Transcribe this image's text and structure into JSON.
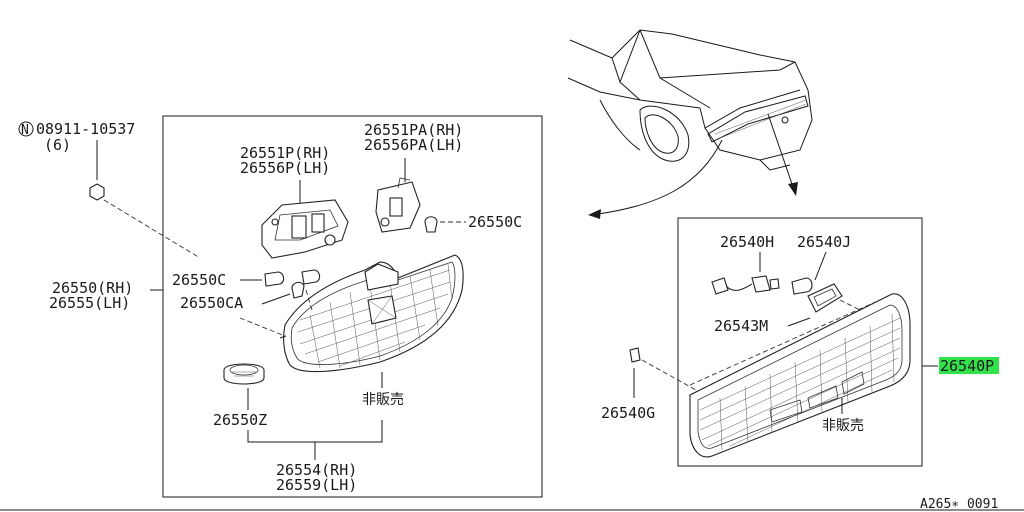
{
  "diagram": {
    "reference_code": "A265∗ 0091",
    "not_for_sale_left": "非販売",
    "not_for_sale_right": "非販売",
    "highlight_color": "#33e24a",
    "left_group": {
      "bolt_number": "08911-10537",
      "bolt_qty": "(6)",
      "bolt_symbol": "N",
      "socket_rh": "26551P(RH)",
      "socket_lh": "26556P(LH)",
      "socket2_rh": "26551PA(RH)",
      "socket2_lh": "26556PA(LH)",
      "bulb_right": "26550C",
      "bulb_left": "26550C",
      "bulb_ca": "26550CA",
      "lamp_rh": "26550(RH)",
      "lamp_lh": "26555(LH)",
      "grommet": "26550Z",
      "assembly_rh": "26554(RH)",
      "assembly_lh": "26559(LH)"
    },
    "right_group": {
      "harness": "26540H",
      "bulb": "26540J",
      "socket": "26543M",
      "clip": "26540G",
      "lamp_assembly": "26540P"
    }
  }
}
